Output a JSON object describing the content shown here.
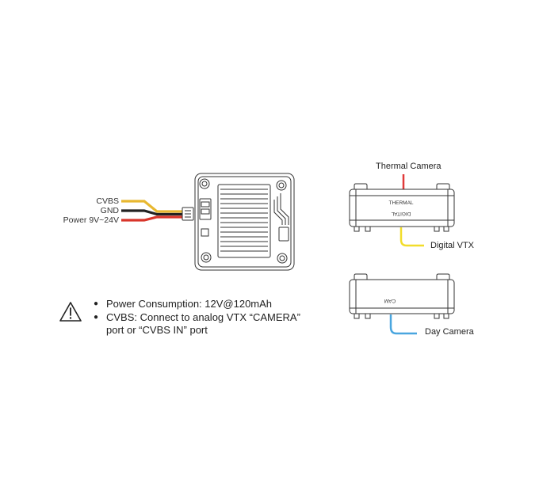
{
  "wires": {
    "labels": [
      "CVBS",
      "GND",
      "Power 9V~24V"
    ],
    "colors": {
      "cvbs": "#e8b830",
      "gnd": "#222222",
      "power": "#d8352a"
    }
  },
  "side_views": {
    "top": {
      "callout_top": "Thermal Camera",
      "callout_bottom": "Digital VTX",
      "engraving_top": "THERMAL",
      "engraving_bottom": "DIGITAL",
      "line_color_top": "#e03a3a",
      "line_color_bottom": "#f2dd2b"
    },
    "bottom": {
      "callout": "Day Camera",
      "engraving": "CAM",
      "line_color": "#4aa6df"
    }
  },
  "warning_icon": "warning-triangle-icon",
  "notes": [
    "Power Consumption: 12V@120mAh",
    "CVBS: Connect to analog VTX “CAMERA”",
    "port or “CVBS IN” port"
  ]
}
